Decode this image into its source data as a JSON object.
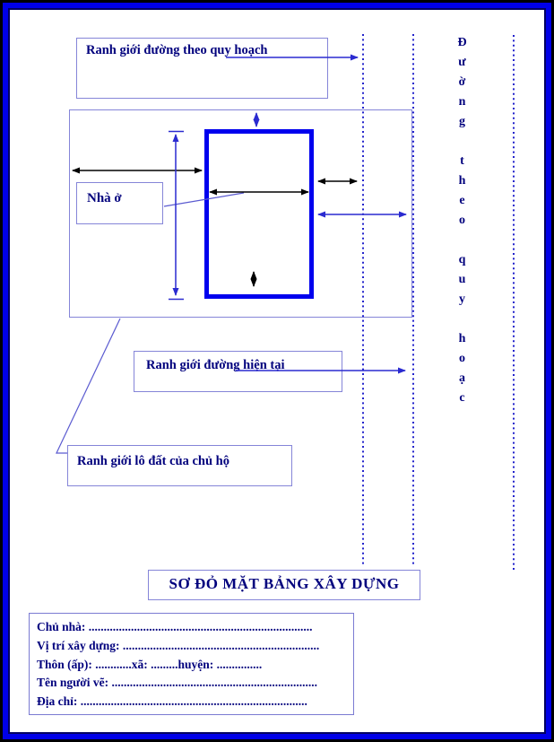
{
  "diagram": {
    "labels": {
      "planned_road_boundary": "Ranh giới đường theo quy hoạch",
      "house": "Nhà ở",
      "current_road_boundary": "Ranh giới đường hiện tại",
      "lot_boundary": "Ranh giới lô đất của chủ hộ",
      "vertical_road_text": "Đường theo quy hoạc"
    },
    "title": "SƠ ĐỎ MẶT BẢNG XÂY DỰNG",
    "form": {
      "lines": [
        "Chủ nhà:  ..........................................................................",
        "Vị trí xây dựng:  .................................................................",
        "Thôn (ấp):  ............xã:  .........huyện:  ...............",
        "Tên người vẽ:  ....................................................................",
        "Địa chỉ:  ..........................................................................."
      ]
    },
    "colors": {
      "frame_black": "#000000",
      "frame_blue": "#0000e8",
      "frame_navy": "#000060",
      "house_outline": "#0000ee",
      "label_box_border": "#8585d8",
      "text_navy": "#00007d",
      "dotted_line_blue": "#2323cc",
      "dimension_black": "#000000",
      "dimension_blue": "#2a2ad0"
    }
  }
}
